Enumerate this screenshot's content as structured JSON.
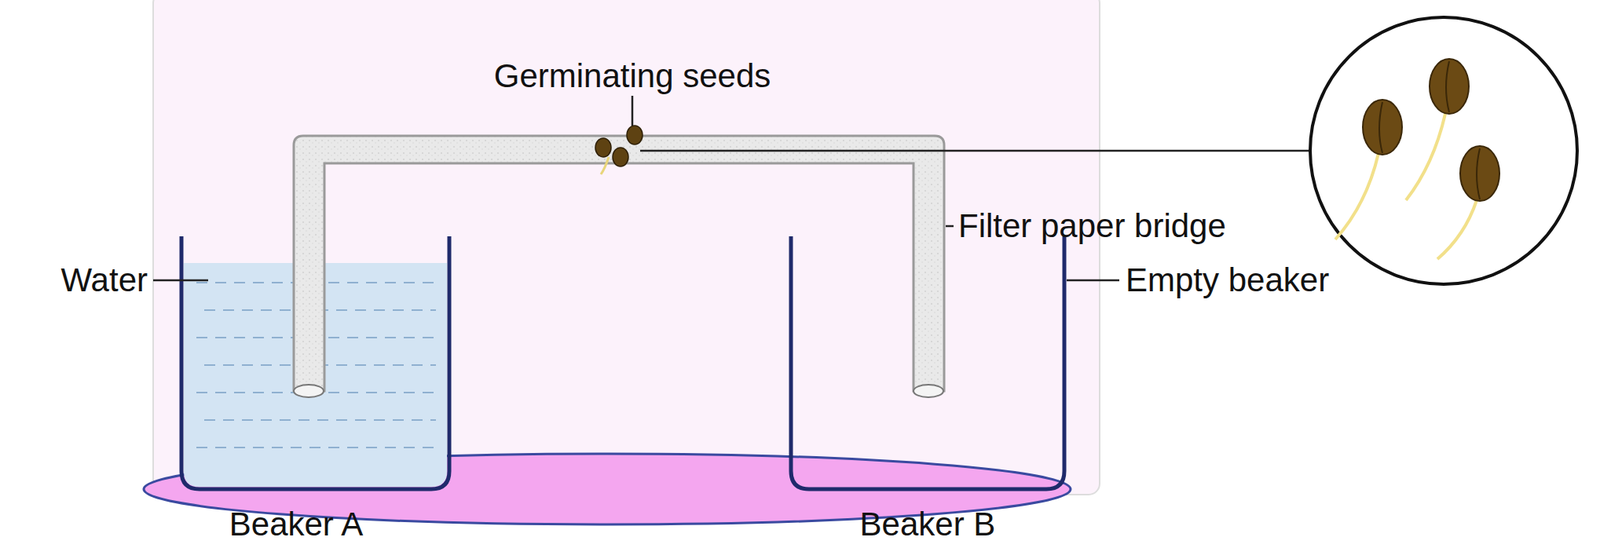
{
  "diagram": {
    "labels": [
      "Germinating seeds",
      "Filter paper bridge",
      "Water",
      "Empty beaker",
      "Beaker A",
      "Beaker B"
    ]
  }
}
